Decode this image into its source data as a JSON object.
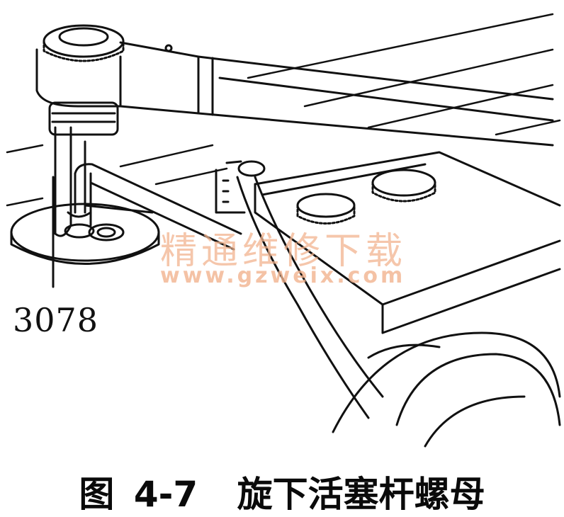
{
  "figure": {
    "part_number": "3078",
    "watermark_text": "精通维修下载",
    "watermark_url": "www.gzweix.com"
  },
  "caption": {
    "prefix": "图",
    "number": "4-7",
    "title": "旋下活塞杆螺母"
  },
  "colors": {
    "ink": "#111111",
    "watermark": "#f2b48f",
    "background": "#ffffff"
  }
}
